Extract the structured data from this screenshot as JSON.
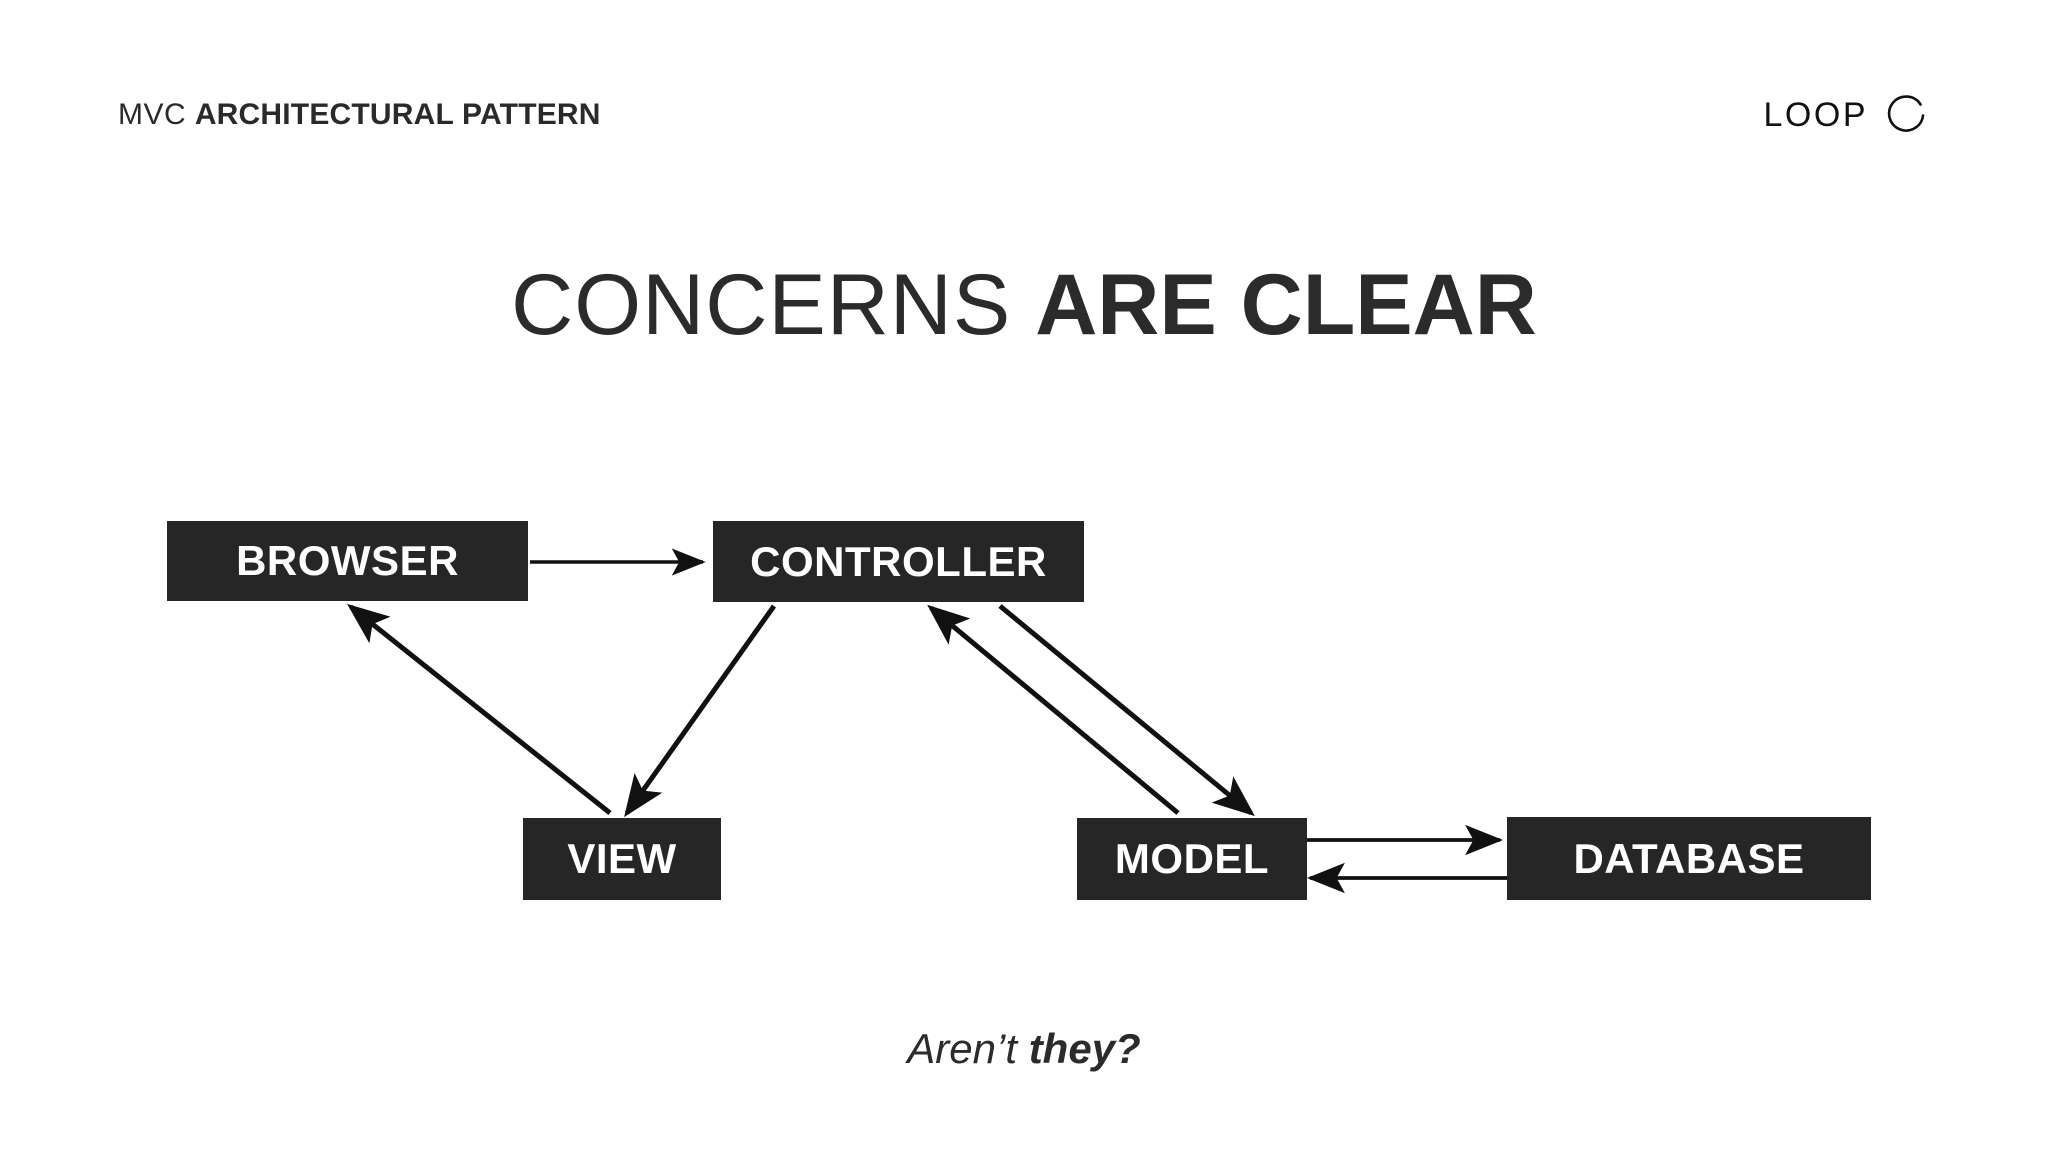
{
  "page": {
    "background_color": "#ffffff",
    "ink_color": "#2b2b2b",
    "node_fill": "#262626",
    "node_text_color": "#ffffff"
  },
  "header": {
    "eyebrow_light": "MVC",
    "eyebrow_bold": "ARCHITECTURAL PATTERN",
    "brand_word": "LOOP",
    "brand_mark_icon": "open-circle-loop-icon"
  },
  "headline": {
    "light": "CONCERNS",
    "bold": "ARE CLEAR"
  },
  "diagram": {
    "nodes": [
      {
        "id": "browser",
        "label": "BROWSER"
      },
      {
        "id": "controller",
        "label": "CONTROLLER"
      },
      {
        "id": "view",
        "label": "VIEW"
      },
      {
        "id": "model",
        "label": "MODEL"
      },
      {
        "id": "database",
        "label": "DATABASE"
      }
    ],
    "edges": [
      {
        "from": "browser",
        "to": "controller",
        "direction": "right"
      },
      {
        "from": "controller",
        "to": "view",
        "direction": "down-left"
      },
      {
        "from": "view",
        "to": "browser",
        "direction": "up-left"
      },
      {
        "from": "controller",
        "to": "model",
        "direction": "down-right"
      },
      {
        "from": "model",
        "to": "controller",
        "direction": "up-left"
      },
      {
        "from": "model",
        "to": "database",
        "direction": "right"
      },
      {
        "from": "database",
        "to": "model",
        "direction": "left"
      }
    ]
  },
  "footer": {
    "light": "Aren’t",
    "bold": "they?"
  }
}
